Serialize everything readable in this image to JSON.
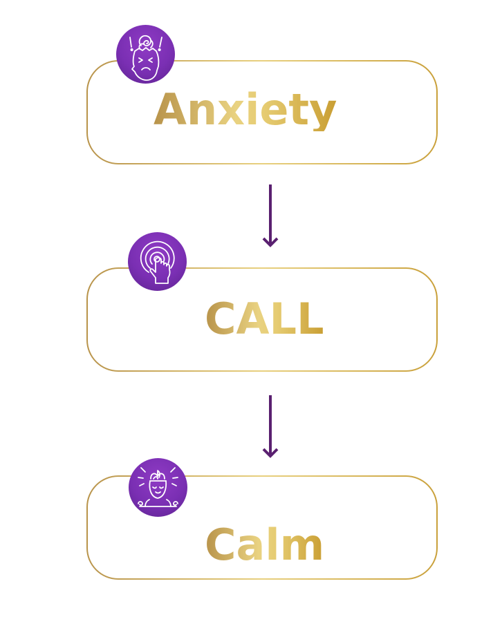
{
  "diagram": {
    "type": "vertical-flow",
    "steps": [
      {
        "label": "Anxiety",
        "icon": "anxious-head-icon"
      },
      {
        "label": "CALL",
        "icon": "touch-tap-icon"
      },
      {
        "label": "Calm",
        "icon": "meditating-person-icon"
      }
    ],
    "connectors": [
      {
        "from": "Anxiety",
        "to": "CALL",
        "icon": "arrow-down-icon"
      },
      {
        "from": "CALL",
        "to": "Calm",
        "icon": "arrow-down-icon"
      }
    ],
    "colors": {
      "gold_start": "#b8934a",
      "gold_mid": "#e9d281",
      "gold_end": "#c99e33",
      "purple": "#7a2fb3",
      "arrow": "#5a2070"
    }
  }
}
